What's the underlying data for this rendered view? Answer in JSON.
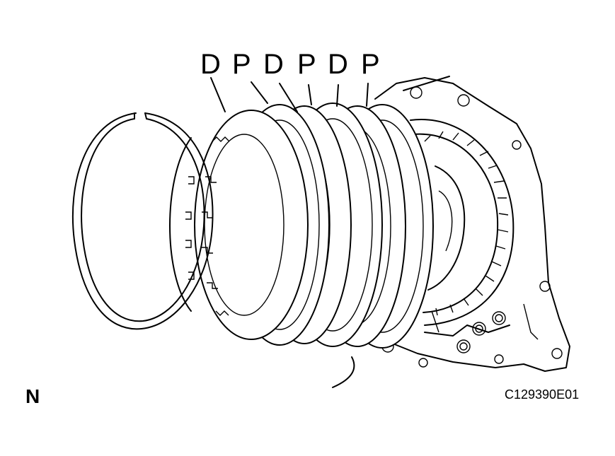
{
  "labels": {
    "plate_sequence": [
      {
        "text": "D"
      },
      {
        "text": "P"
      },
      {
        "text": "D"
      },
      {
        "text": "P"
      },
      {
        "text": "D"
      },
      {
        "text": "P"
      }
    ],
    "figure_code": "C129390E01",
    "corner_mark": "N"
  },
  "colors": {
    "line": "#000000",
    "background": "#ffffff"
  }
}
